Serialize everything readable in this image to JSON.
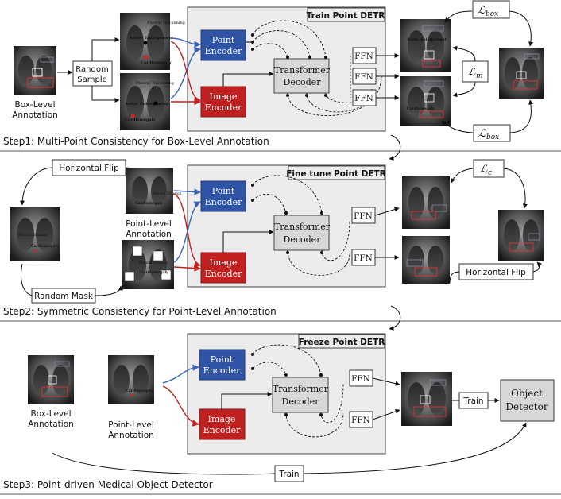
{
  "colors": {
    "point_encoder": "#2f54a5",
    "image_encoder": "#c0201f",
    "panel_fill": "#ececec",
    "decoder_fill": "#d8d8d8",
    "blue_arrow": "#3a62b5",
    "red_arrow": "#c0201f"
  },
  "step1": {
    "panel_title": "Train Point DETR",
    "label": "Step1: Multi-Point Consistency for Box-Level Annotation",
    "input_label": [
      "Box-Level",
      "Annotation"
    ],
    "random_sample": [
      "Random",
      "Sample"
    ],
    "loss_box_top": "ℒ",
    "loss_box_top_sub": "box",
    "loss_m": "ℒ",
    "loss_m_sub": "m",
    "loss_box_bottom": "ℒ",
    "loss_box_bottom_sub": "box"
  },
  "step2": {
    "panel_title": "Fine tune Point DETR",
    "label": "Step2: Symmetric Consistency for Point-Level Annotation",
    "horizontal_flip_left": "Horizontal Flip",
    "random_mask": "Random Mask",
    "point_annotation": [
      "Point-Level",
      "Annotation"
    ],
    "loss_c": "ℒ",
    "loss_c_sub": "c",
    "horizontal_flip_right": "Horizontal Flip"
  },
  "step3": {
    "panel_title": "Freeze Point DETR",
    "label": "Step3: Point-driven Medical Object Detector",
    "box_annotation": [
      "Box-Level",
      "Annotation"
    ],
    "point_annotation": [
      "Point-Level",
      "Annotation"
    ],
    "train_right": "Train",
    "train_bottom": "Train",
    "object_detector": [
      "Object",
      "Detector"
    ]
  },
  "blocks": {
    "point_encoder": [
      "Point",
      "Encoder"
    ],
    "image_encoder": [
      "Image",
      "Encoder"
    ],
    "transformer_decoder": [
      "Transformer",
      "Decoder"
    ],
    "ffn": "FFN"
  },
  "xray_labels": {
    "pleural": "Pleural Thickening",
    "aortic": "Aortic Enlargement",
    "cardio": "Cardiomegaly",
    "pleural_effusion": "Pleural Effusion"
  }
}
